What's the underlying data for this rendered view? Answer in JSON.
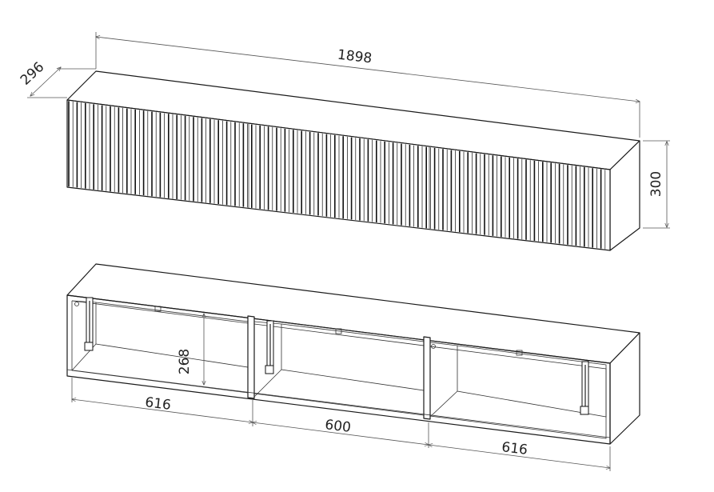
{
  "colors": {
    "line": "#1a1a1a",
    "dimension": "#555555",
    "background": "#ffffff"
  },
  "closed_cabinet": {
    "width_label": "1898",
    "depth_label": "296",
    "height_label": "300"
  },
  "open_cabinet": {
    "inner_height_label": "268",
    "compartments": [
      {
        "width_label": "616"
      },
      {
        "width_label": "600"
      },
      {
        "width_label": "616"
      }
    ]
  }
}
